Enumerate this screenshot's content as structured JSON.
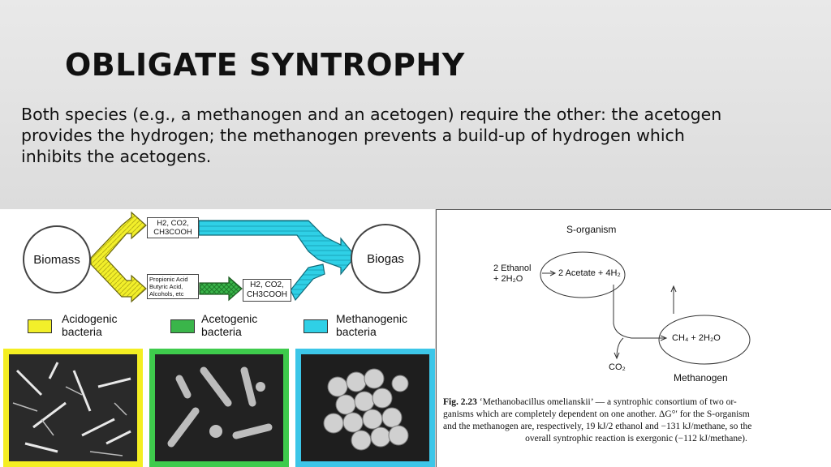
{
  "slide": {
    "title": "OBLIGATE SYNTROPHY",
    "body": "Both species (e.g., a methanogen and an acetogen) require the other: the acetogen provides the hydrogen; the methanogen prevents a build-up of hydrogen which inhibits the acetogens."
  },
  "left_diagram": {
    "biomass": "Biomass",
    "biogas": "Biogas",
    "box_top_line1": "H2, CO2,",
    "box_top_line2": "CH3COOH",
    "box_mid_line1": "Propionic Acid",
    "box_mid_line2": "Butyric Acid,",
    "box_mid_line3": "Alcohols, etc",
    "box_right_line1": "H2, CO2,",
    "box_right_line2": "CH3COOH",
    "legend": [
      {
        "line1": "Acidogenic",
        "line2": "bacteria",
        "color": "#f2ef2a"
      },
      {
        "line1": "Acetogenic",
        "line2": "bacteria",
        "color": "#3ab54a"
      },
      {
        "line1": "Methanogenic",
        "line2": "bacteria",
        "color": "#2fd0e6"
      }
    ],
    "frame_colors": [
      "#f4ee22",
      "#3ecb4c",
      "#3cc6e8"
    ]
  },
  "right_diagram": {
    "s_organism": "S-organism",
    "ethanol_line1": "2 Ethanol",
    "ethanol_line2": "+ 2H₂O",
    "acetate": "2 Acetate + 4H₂",
    "methane": "CH₄ + 2H₂O",
    "co2": "CO₂",
    "methanogen": "Methanogen",
    "caption_fig": "Fig. 2.23",
    "caption_line1": "‘Methanobacillus omelianskii’ — a syntrophic consortium of two or-",
    "caption_line2": "ganisms which are completely dependent on one another. ΔG°′ for the S-organism",
    "caption_line3": "and the methanogen are, respectively, 19 kJ/2 ethanol and −131 kJ/methane, so the",
    "caption_line4": "overall syntrophic reaction is exergonic (−112 kJ/methane)."
  }
}
